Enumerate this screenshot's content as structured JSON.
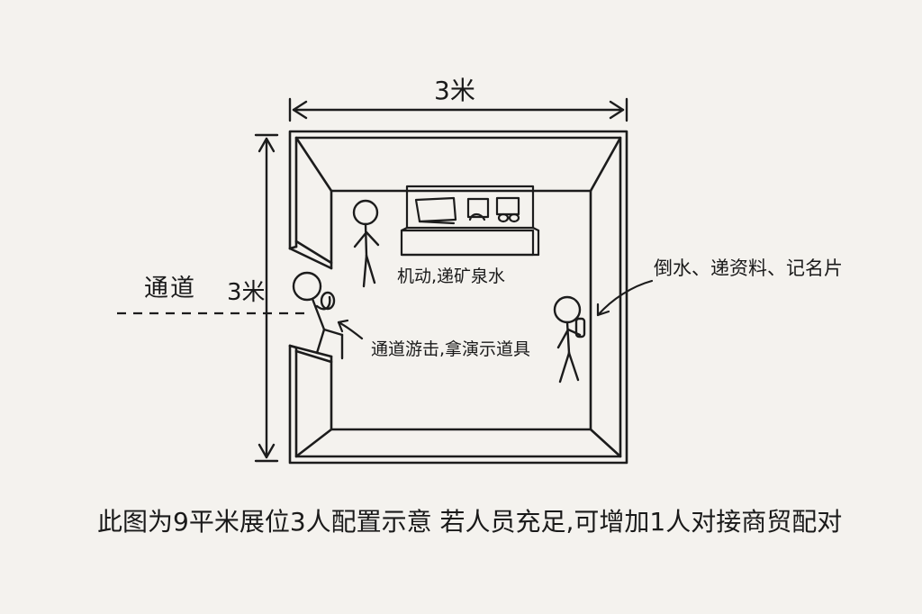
{
  "dimensions": {
    "width_label": "3米",
    "depth_label": "3米"
  },
  "corridor": {
    "label": "通道"
  },
  "roles": {
    "mobile": "机动,递矿泉水",
    "corridor": "通道游击,拿演示道具",
    "reception": "倒水、递资料、记名片"
  },
  "caption": "此图为9平米展位3人配置示意  若人员充足,可增加1人对接商贸配对",
  "colors": {
    "ink": "#1c1c1c",
    "paper": "#f4f2ee"
  }
}
